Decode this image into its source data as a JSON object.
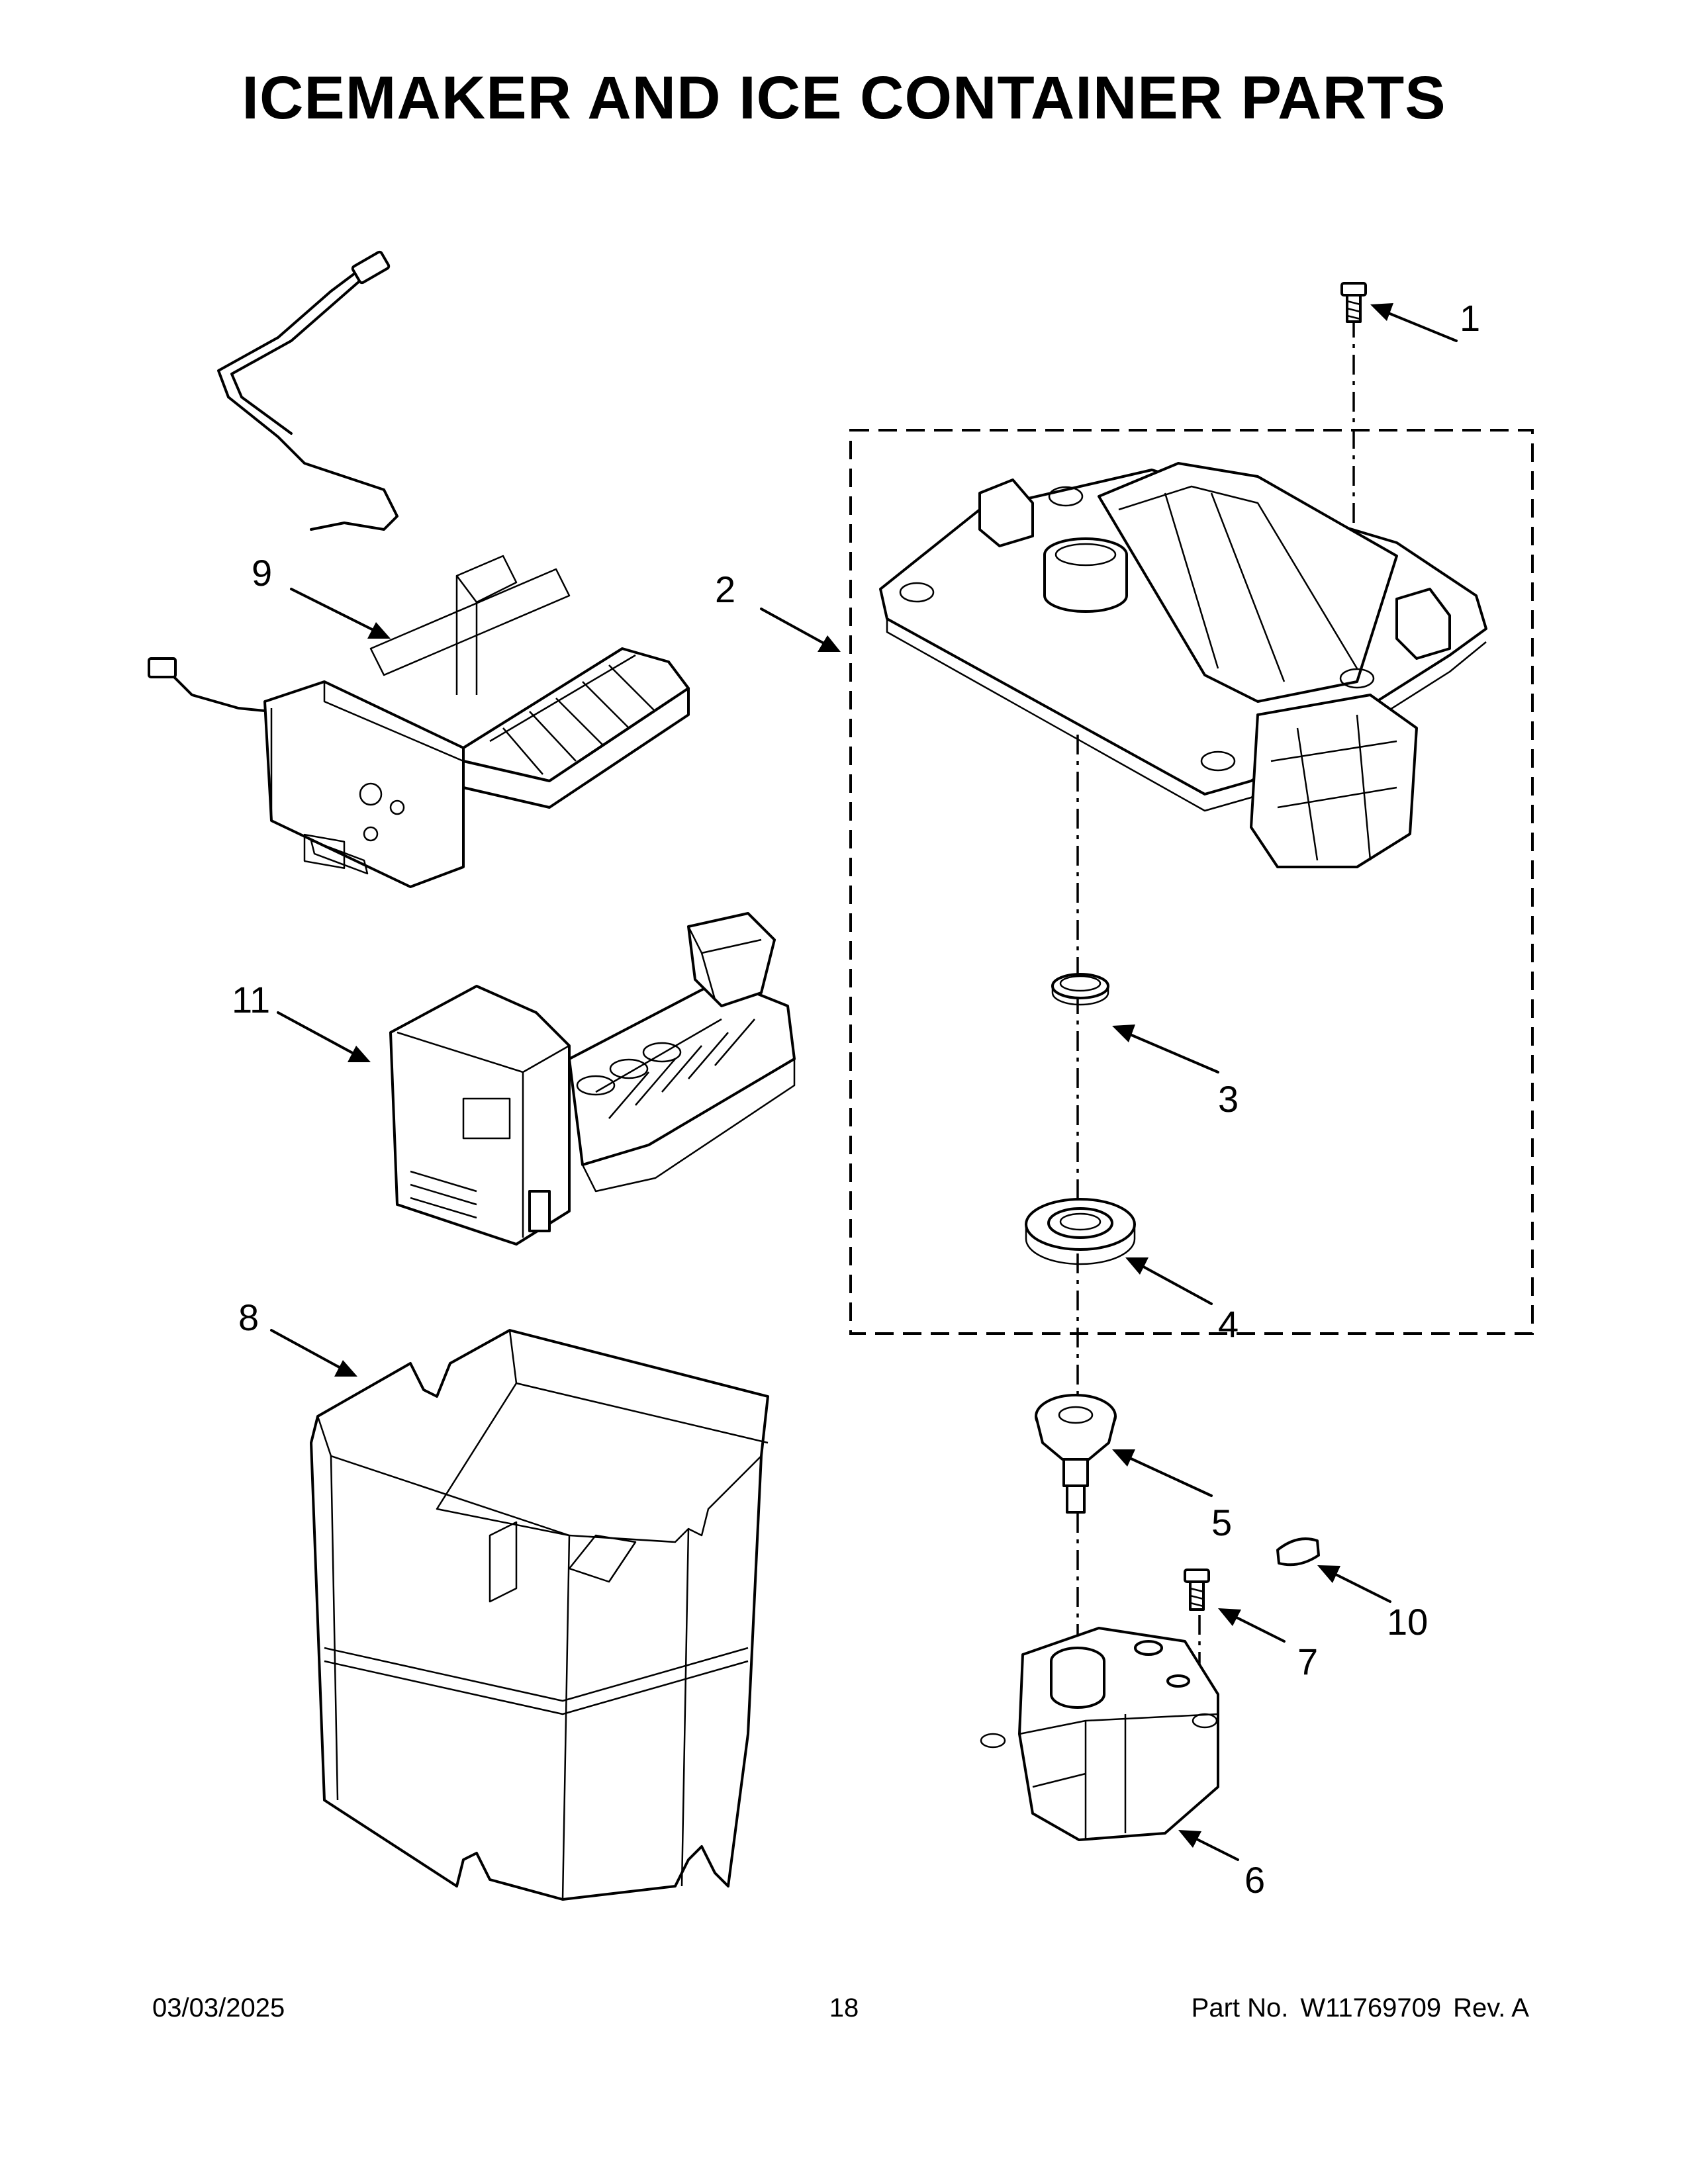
{
  "title": "ICEMAKER AND ICE CONTAINER PARTS",
  "callouts": [
    "1",
    "2",
    "3",
    "4",
    "5",
    "6",
    "7",
    "8",
    "9",
    "10",
    "11"
  ],
  "footer": {
    "date": "03/03/2025",
    "page": "18",
    "part_label": "Part No.",
    "part_number": "W11769709",
    "revision": "Rev. A"
  }
}
